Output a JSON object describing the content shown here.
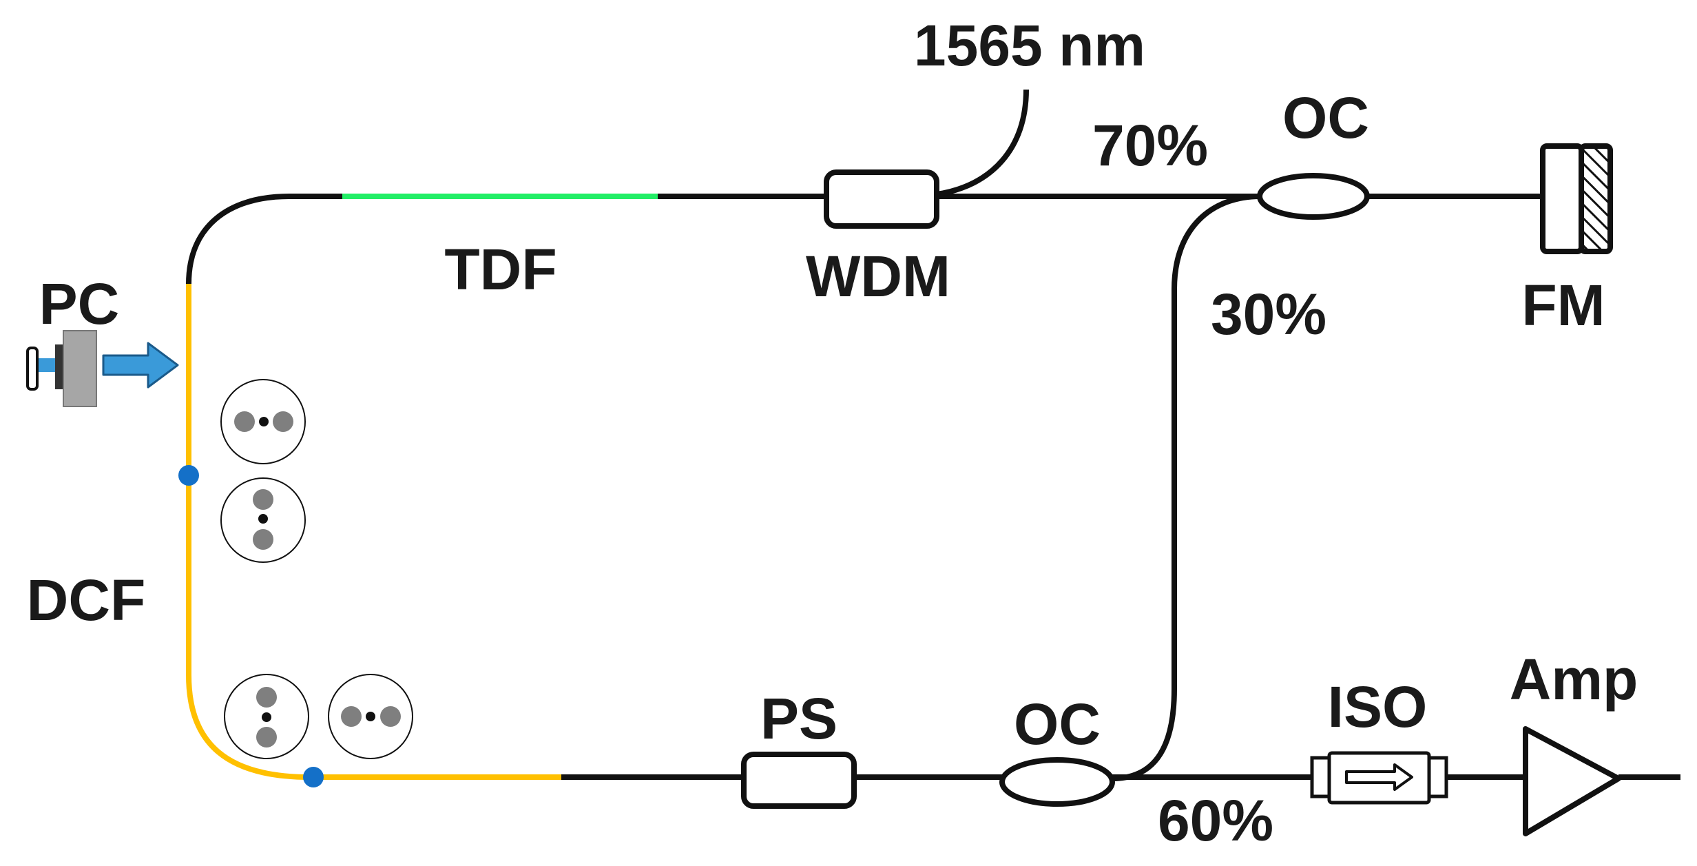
{
  "labels": {
    "pump": "1565 nm",
    "ratio_70": "70%",
    "oc_top": "OC",
    "tdf": "TDF",
    "wdm": "WDM",
    "ratio_30": "30%",
    "fm": "FM",
    "pc": "PC",
    "dcf": "DCF",
    "ps": "PS",
    "oc_bottom": "OC",
    "iso": "ISO",
    "amp": "Amp",
    "ratio_60": "60%"
  },
  "colors": {
    "fiber": "#111111",
    "tdf_fiber": "#22ee66",
    "dcf_fiber": "#ffc000",
    "splice": "#1470c8",
    "pc_arrow": "#3a9ad9",
    "pc_body": "#a6a6a6",
    "mode_lobe": "#7f7f7f",
    "mode_center": "#111111"
  }
}
